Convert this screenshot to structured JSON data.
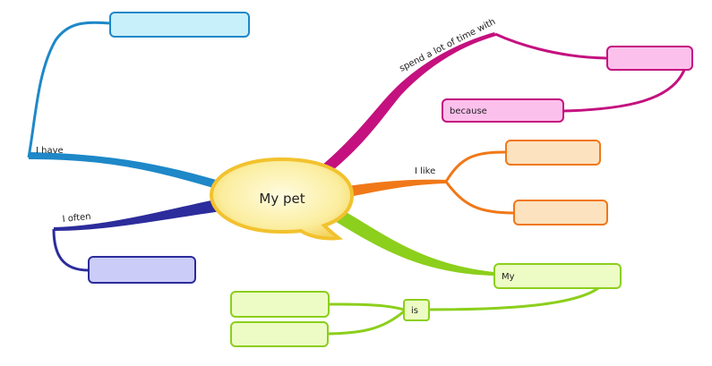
{
  "center": {
    "label": "My pet"
  },
  "branches": {
    "have": {
      "label": "I have",
      "box": ""
    },
    "often": {
      "label": "I often",
      "box": ""
    },
    "spend": {
      "label": "spend a lot of time with",
      "box": "",
      "sub_box": "because"
    },
    "like": {
      "label": "I like",
      "boxes": [
        "",
        ""
      ]
    },
    "my": {
      "box": "My",
      "sub_label": "is",
      "sub_boxes": [
        "",
        ""
      ]
    }
  },
  "colors": {
    "have": "#1e88c8",
    "often": "#2c2c9c",
    "spend": "#c4117f",
    "like": "#f07818",
    "my": "#8ccf1c",
    "center_fill": "#fcefa0",
    "center_stroke": "#f2c22e"
  }
}
